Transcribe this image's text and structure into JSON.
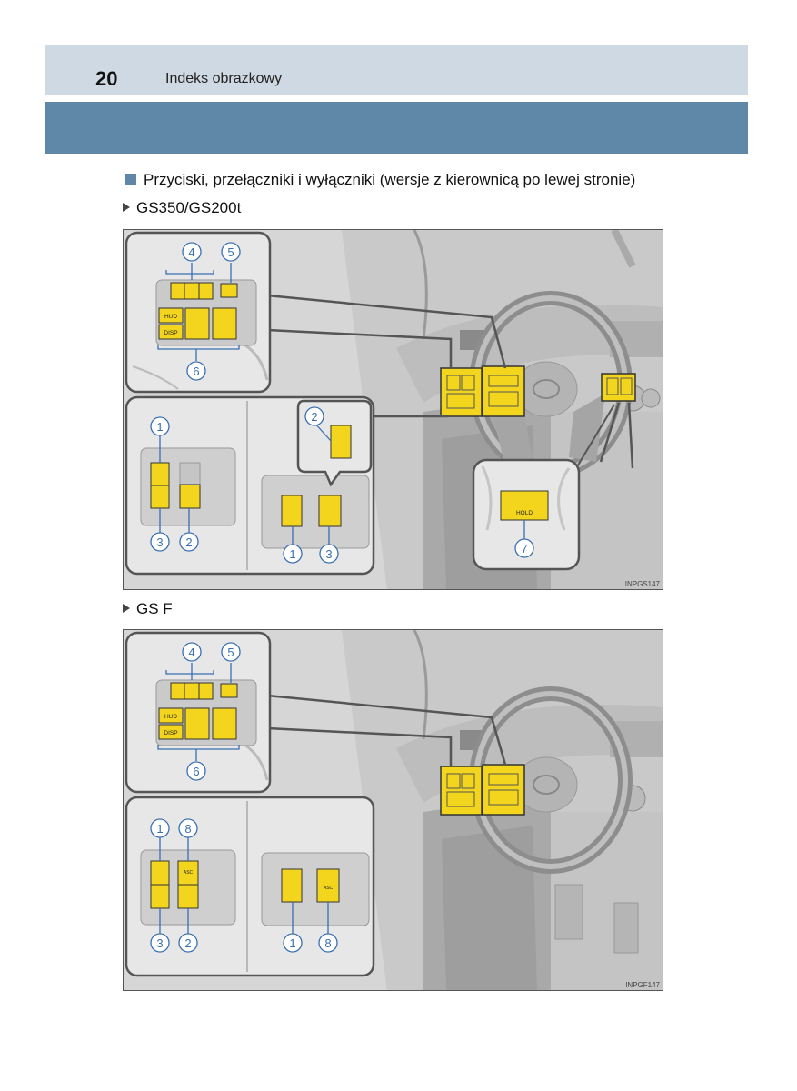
{
  "header": {
    "page_number": "20",
    "title": "Indeks obrazkowy"
  },
  "section": {
    "title": "Przyciski, przełączniki i wyłączniki (wersje z kierownicą po lewej stronie)"
  },
  "figures": [
    {
      "label": "GS350/GS200t",
      "code": "INPGS147",
      "callouts": {
        "top_inset": [
          "4",
          "5",
          "6"
        ],
        "left_inset": [
          "1",
          "2",
          "3"
        ],
        "middle_inset": [
          "2",
          "1",
          "3"
        ],
        "hold_inset": [
          "7"
        ]
      },
      "button_labels": {
        "hud": "HUD",
        "disp": "DISP",
        "hold": "HOLD"
      }
    },
    {
      "label": "GS F",
      "code": "INPGF147",
      "callouts": {
        "top_inset": [
          "4",
          "5",
          "6"
        ],
        "left_inset": [
          "1",
          "8",
          "3",
          "2"
        ],
        "middle_inset": [
          "1",
          "8"
        ]
      },
      "button_labels": {
        "hud": "HUD",
        "disp": "DISP",
        "asc": "ASC"
      }
    }
  ],
  "colors": {
    "header_light": "#cfd9e3",
    "header_band": "#5f87a8",
    "highlight": "#f2d51c",
    "callout": "#3a6fb0"
  }
}
